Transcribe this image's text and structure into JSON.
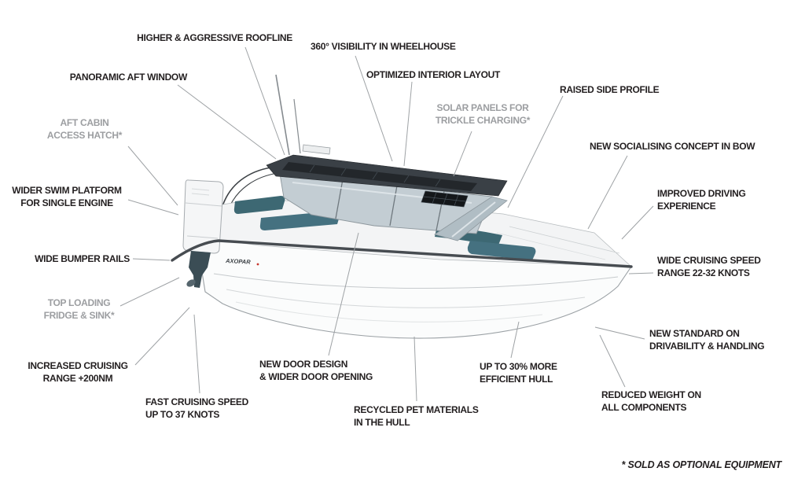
{
  "title": "Boat feature callout diagram",
  "brand": {
    "hull_text": "AXOPAR"
  },
  "footnote": "* SOLD AS OPTIONAL EQUIPMENT",
  "colors": {
    "label_text": "#231F20",
    "optional_label_text": "#9C9EA1",
    "leader_line": "#9EA2A5",
    "cushion_teal": "#3D6873",
    "roof_dark": "#3A4046",
    "hull_white": "#FBFCFC"
  },
  "labels": [
    {
      "id": "higher-aggressive-roofline",
      "text": "HIGHER & AGGRESSIVE ROOFLINE",
      "optional": false
    },
    {
      "id": "360-visibility-wheelhouse",
      "text": "360° VISIBILITY IN WHEELHOUSE",
      "optional": false
    },
    {
      "id": "optimized-interior-layout",
      "text": "OPTIMIZED INTERIOR LAYOUT",
      "optional": false
    },
    {
      "id": "panoramic-aft-window",
      "text": "PANORAMIC AFT WINDOW",
      "optional": false
    },
    {
      "id": "solar-panels-trickle-charging",
      "text": "SOLAR PANELS FOR\nTRICKLE CHARGING*",
      "optional": true
    },
    {
      "id": "raised-side-profile",
      "text": "RAISED SIDE PROFILE",
      "optional": false
    },
    {
      "id": "aft-cabin-access-hatch",
      "text": "AFT CABIN\nACCESS HATCH*",
      "optional": true
    },
    {
      "id": "new-socialising-concept-bow",
      "text": "NEW SOCIALISING CONCEPT IN BOW",
      "optional": false
    },
    {
      "id": "wider-swim-platform",
      "text": "WIDER SWIM PLATFORM\nFOR SINGLE ENGINE",
      "optional": false
    },
    {
      "id": "improved-driving-experience",
      "text": "IMPROVED DRIVING\nEXPERIENCE",
      "optional": false
    },
    {
      "id": "wide-bumper-rails",
      "text": "WIDE BUMPER RAILS",
      "optional": false
    },
    {
      "id": "wide-cruising-speed-range",
      "text": "WIDE CRUISING SPEED\nRANGE 22-32 KNOTS",
      "optional": false
    },
    {
      "id": "top-loading-fridge-sink",
      "text": "TOP LOADING\nFRIDGE & SINK*",
      "optional": true
    },
    {
      "id": "new-standard-drivability-handling",
      "text": "NEW STANDARD ON\nDRIVABILITY & HANDLING",
      "optional": false
    },
    {
      "id": "increased-cruising-range",
      "text": "INCREASED CRUISING\nRANGE +200NM",
      "optional": false
    },
    {
      "id": "new-door-design",
      "text": "NEW DOOR DESIGN\n& WIDER DOOR OPENING",
      "optional": false
    },
    {
      "id": "efficient-hull",
      "text": "UP TO 30% MORE\nEFFICIENT HULL",
      "optional": false
    },
    {
      "id": "reduced-weight-components",
      "text": "REDUCED WEIGHT ON\nALL COMPONENTS",
      "optional": false
    },
    {
      "id": "fast-cruising-speed",
      "text": "FAST CRUISING SPEED\nUP TO 37 KNOTS",
      "optional": false
    },
    {
      "id": "recycled-pet-materials",
      "text": "RECYCLED PET MATERIALS\nIN THE HULL",
      "optional": false
    }
  ]
}
